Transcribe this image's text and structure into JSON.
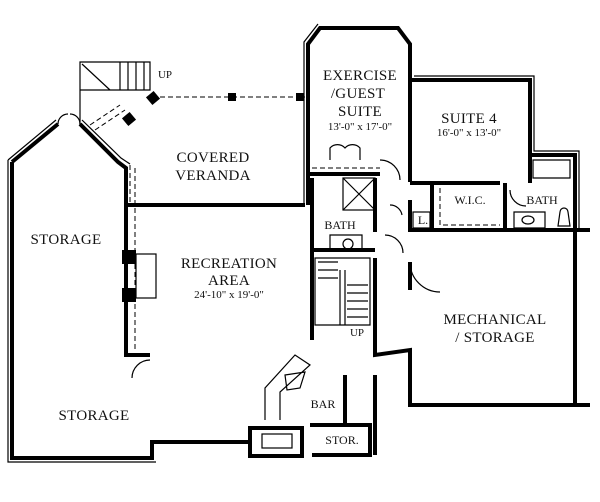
{
  "rooms": {
    "exercise": {
      "line1": "EXERCISE",
      "line2": "/GUEST",
      "line3": "SUITE",
      "dims": "13'-0\" x 17'-0\""
    },
    "suite4": {
      "name": "SUITE 4",
      "dims": "16'-0\" x 13'-0\""
    },
    "veranda": {
      "line1": "COVERED",
      "line2": "VERANDA"
    },
    "storage_upper": {
      "name": "STORAGE"
    },
    "recreation": {
      "line1": "RECREATION",
      "line2": "AREA",
      "dims": "24'-10\" x 19'-0\""
    },
    "wic": {
      "name": "W.I.C."
    },
    "bath_suite4": {
      "name": "BATH"
    },
    "linen": {
      "name": "L."
    },
    "bath_center": {
      "name": "BATH"
    },
    "stair_up_center": {
      "name": "UP"
    },
    "stair_up_top": {
      "name": "UP"
    },
    "mechanical": {
      "line1": "MECHANICAL",
      "line2": "/ STORAGE"
    },
    "storage_lower": {
      "name": "STORAGE"
    },
    "bar": {
      "name": "BAR"
    },
    "stor": {
      "name": "STOR."
    }
  }
}
